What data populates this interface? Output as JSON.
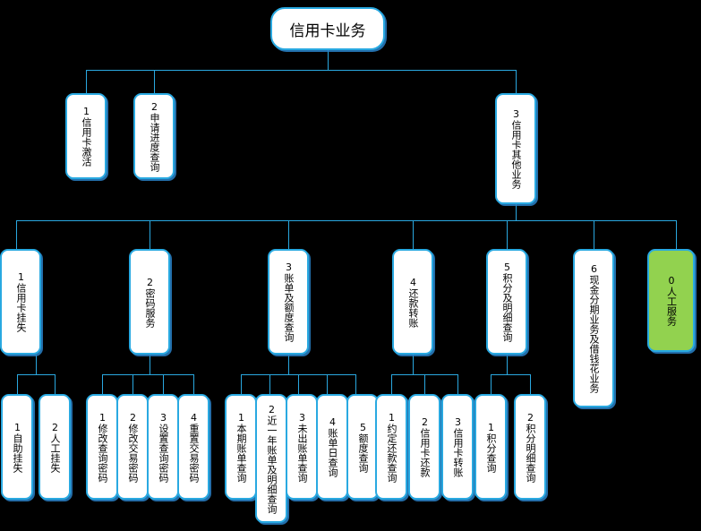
{
  "diagram": {
    "title": "信用卡业务",
    "type": "tree-flowchart",
    "colors": {
      "node_border": "#29a9e1",
      "node_fill": "#ffffff",
      "highlight_fill": "#92d24f",
      "line": "#2aa8e0",
      "background": "#000000",
      "text": "#000000"
    },
    "root": {
      "label": "信用卡业务"
    },
    "level2": [
      {
        "label": "1信用卡激活"
      },
      {
        "label": "2申请进度查询"
      },
      {
        "label": "3信用卡其他业务"
      }
    ],
    "level3": [
      {
        "label": "1信用卡挂失"
      },
      {
        "label": "2密码服务"
      },
      {
        "label": "3账单及额度查询"
      },
      {
        "label": "4还款转账"
      },
      {
        "label": "5积分及明细查询"
      },
      {
        "label": "6现金分期业务及借钱花业务"
      },
      {
        "label": "0人工服务",
        "highlight": true
      }
    ],
    "leaves_guashi": [
      {
        "label": "1自助挂失"
      },
      {
        "label": "2人工挂失"
      }
    ],
    "leaves_mima": [
      {
        "label": "1修改查询密码"
      },
      {
        "label": "2修改交易密码"
      },
      {
        "label": "3设置查询密码"
      },
      {
        "label": "4重置交易密码"
      }
    ],
    "leaves_zhangdan": [
      {
        "label": "1本期账单查询"
      },
      {
        "label": "2近一年账单及明细查询"
      },
      {
        "label": "3未出账单查询"
      },
      {
        "label": "4账单日查询"
      },
      {
        "label": "5额度查询"
      }
    ],
    "leaves_huankuan": [
      {
        "label": "1约定还款查询"
      },
      {
        "label": "2信用卡还款"
      },
      {
        "label": "3信用卡转账"
      }
    ],
    "leaves_jifen": [
      {
        "label": "1积分查询"
      },
      {
        "label": "2积分明细查询"
      }
    ]
  }
}
